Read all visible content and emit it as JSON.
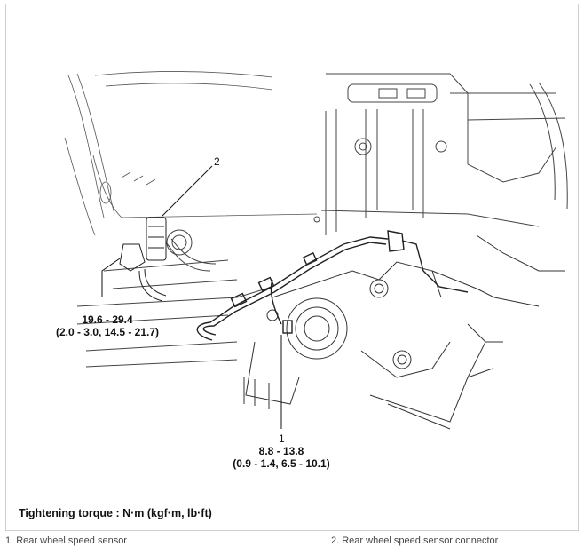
{
  "diagram": {
    "callouts": [
      {
        "number": "1",
        "torque_nm": "8.8 - 13.8",
        "torque_alt": "(0.9 - 1.4, 6.5 - 10.1)"
      },
      {
        "number": "2"
      }
    ],
    "bracket_torque": {
      "torque_nm": "19.6 - 29.4",
      "torque_alt": "(2.0 - 3.0, 14.5 - 21.7)"
    },
    "tightening_note": "Tightening torque : N·m (kgf·m, lb·ft)"
  },
  "captions": [
    "1. Rear wheel speed sensor",
    "2. Rear wheel speed sensor connector"
  ]
}
